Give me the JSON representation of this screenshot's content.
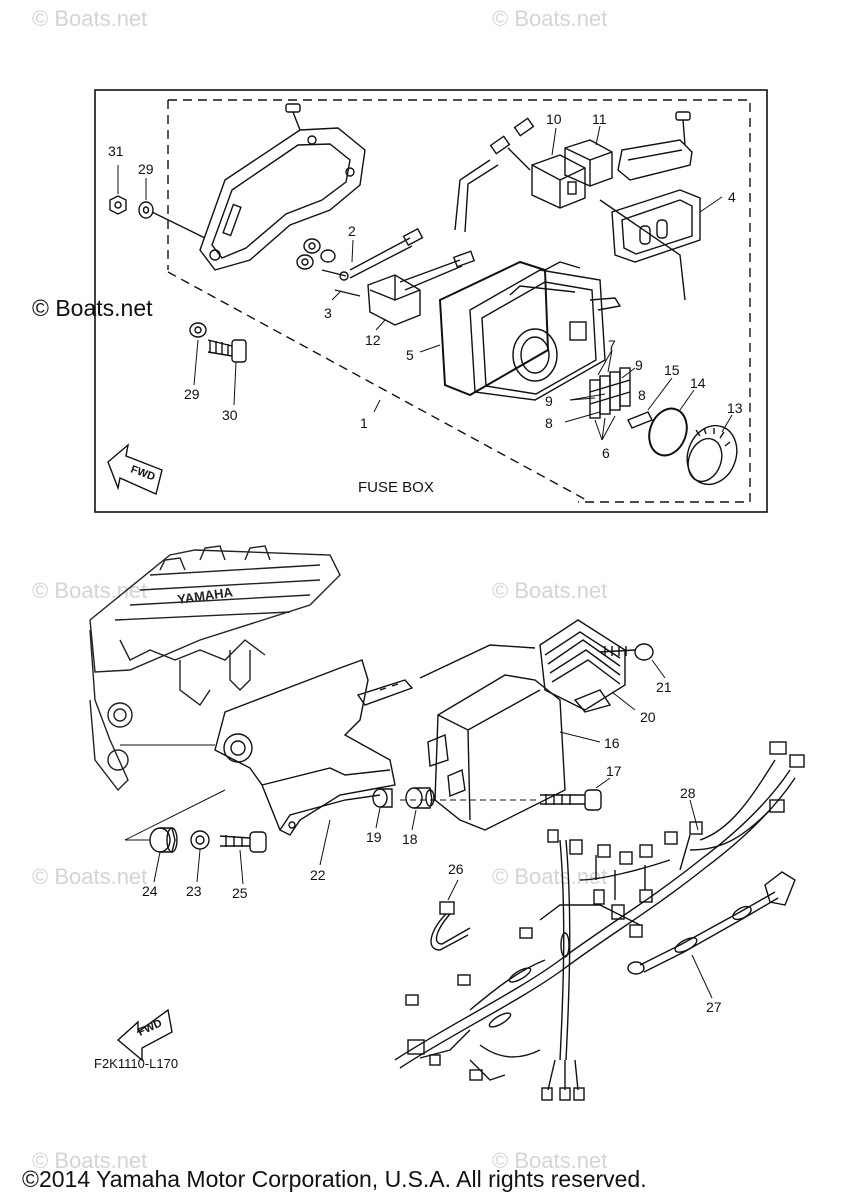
{
  "watermark": "© Boats.net",
  "copyright": "©2014 Yamaha Motor Corporation, U.S.A. All rights reserved.",
  "drawing_code": "F2K1110-L170",
  "fuse_box_label": "FUSE BOX",
  "fwd_label": "FWD",
  "engine_brand": "YAMAHA",
  "callouts": [
    "1",
    "2",
    "3",
    "4",
    "5",
    "6",
    "7",
    "8",
    "9",
    "10",
    "11",
    "12",
    "13",
    "14",
    "15",
    "16",
    "17",
    "18",
    "19",
    "20",
    "21",
    "22",
    "23",
    "24",
    "25",
    "26",
    "27",
    "28",
    "29",
    "30",
    "31"
  ]
}
